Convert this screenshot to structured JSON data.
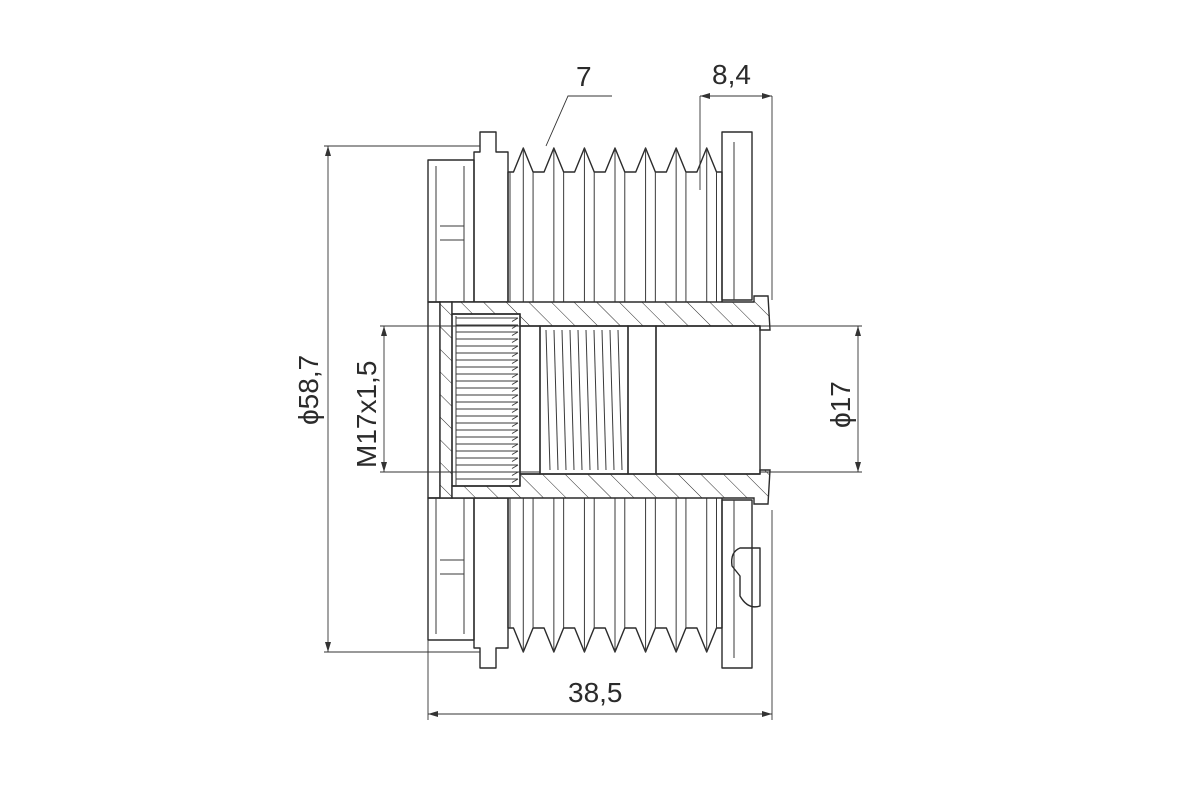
{
  "colors": {
    "line": "#2b2b2b",
    "background": "#ffffff"
  },
  "dimensions": {
    "groove_count": "7",
    "flange_width": "8,4",
    "outer_diameter": "ϕ58,7",
    "thread": "M17x1,5",
    "bore_diameter": "ϕ17",
    "overall_length": "38,5"
  }
}
